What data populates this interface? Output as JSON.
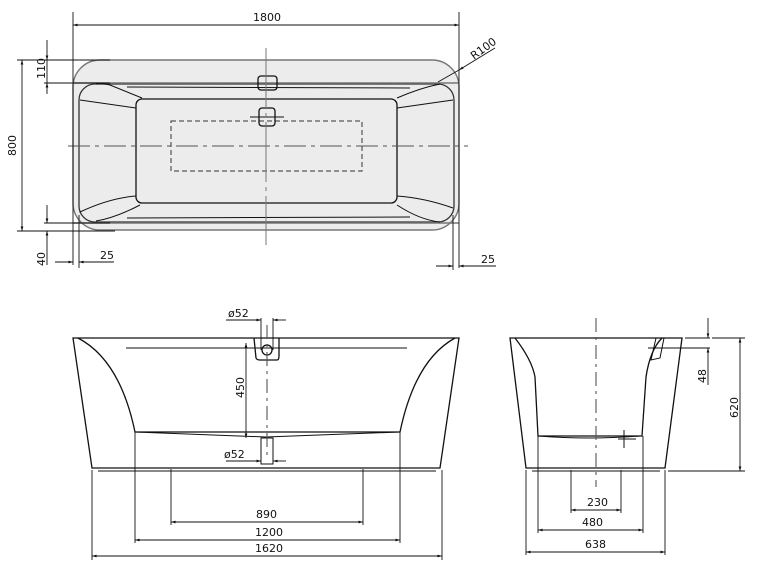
{
  "drawing": {
    "type": "technical-drawing",
    "subject": "freestanding bathtub dimension drawing",
    "line_color": "#111111",
    "fill_color": "#ececec",
    "background": "#ffffff"
  },
  "top_view": {
    "overall_length": "1800",
    "overall_width": "800",
    "rim_width": "110",
    "bottom_offset": "40",
    "left_offset": "25",
    "right_offset": "25",
    "corner_radius": "R100"
  },
  "front_view": {
    "overflow_diameter": "ø52",
    "drain_diameter": "ø52",
    "overflow_to_drain": "450",
    "inner_foot_span": "890",
    "base_span": "1200",
    "bottom_length": "1620"
  },
  "side_view": {
    "overflow_depth": "48",
    "height": "620",
    "inner_foot_span": "230",
    "base_span": "480",
    "bottom_width": "638"
  }
}
